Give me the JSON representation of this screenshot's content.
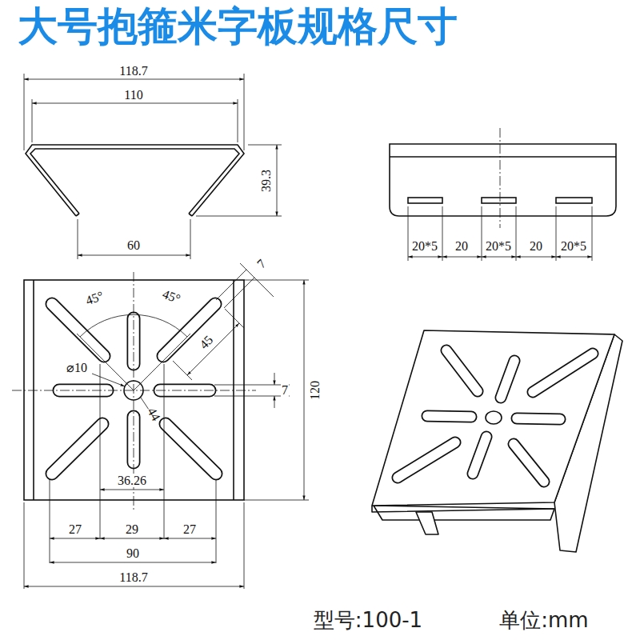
{
  "diagram": {
    "title": "大号抱箍米字板规格尺寸",
    "labels": [
      "118.7",
      "110",
      "39.3",
      "60",
      "20*5",
      "20",
      "20*5",
      "20",
      "20*5",
      "7",
      "45°",
      "45°",
      "45",
      "⌀10",
      "7",
      "44",
      "120",
      "36.26",
      "27",
      "29",
      "27",
      "90",
      "118.7",
      "型号:100-1",
      "单位:mm"
    ]
  }
}
